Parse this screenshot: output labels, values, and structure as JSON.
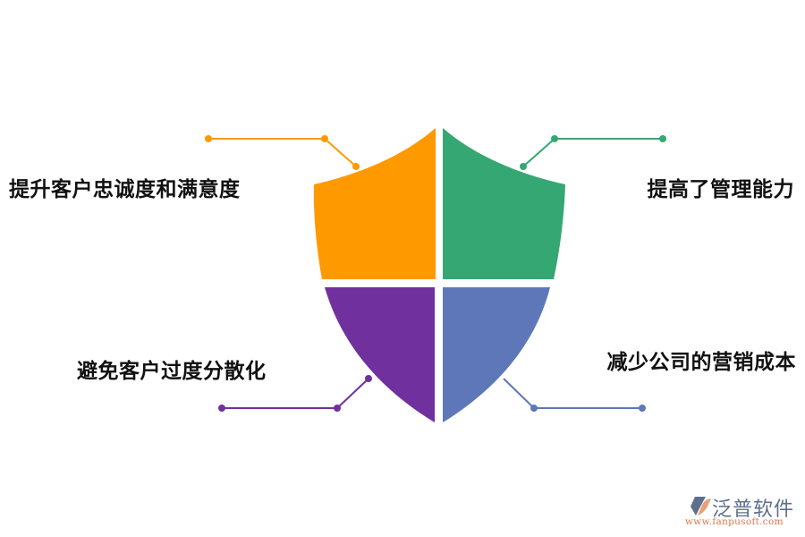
{
  "diagram": {
    "type": "shield-quadrant",
    "quadrants": [
      {
        "id": "top-left",
        "label": "提升客户忠诚度和满意度",
        "color": "#FF9900"
      },
      {
        "id": "top-right",
        "label": "提高了管理能力",
        "color": "#35A773"
      },
      {
        "id": "bottom-left",
        "label": "避免客户过度分散化",
        "color": "#70309E"
      },
      {
        "id": "bottom-right",
        "label": "减少公司的营销成本",
        "color": "#5E77B9"
      }
    ]
  },
  "colors": {
    "orange": "#FF9900",
    "green": "#35A773",
    "purple": "#70309E",
    "blue": "#5E77B9",
    "text": "#111111",
    "background": "#FFFFFF"
  },
  "logo": {
    "name": "泛普软件",
    "url": "www.fanpusoft.com",
    "icon": "fanpu-logo-icon"
  }
}
